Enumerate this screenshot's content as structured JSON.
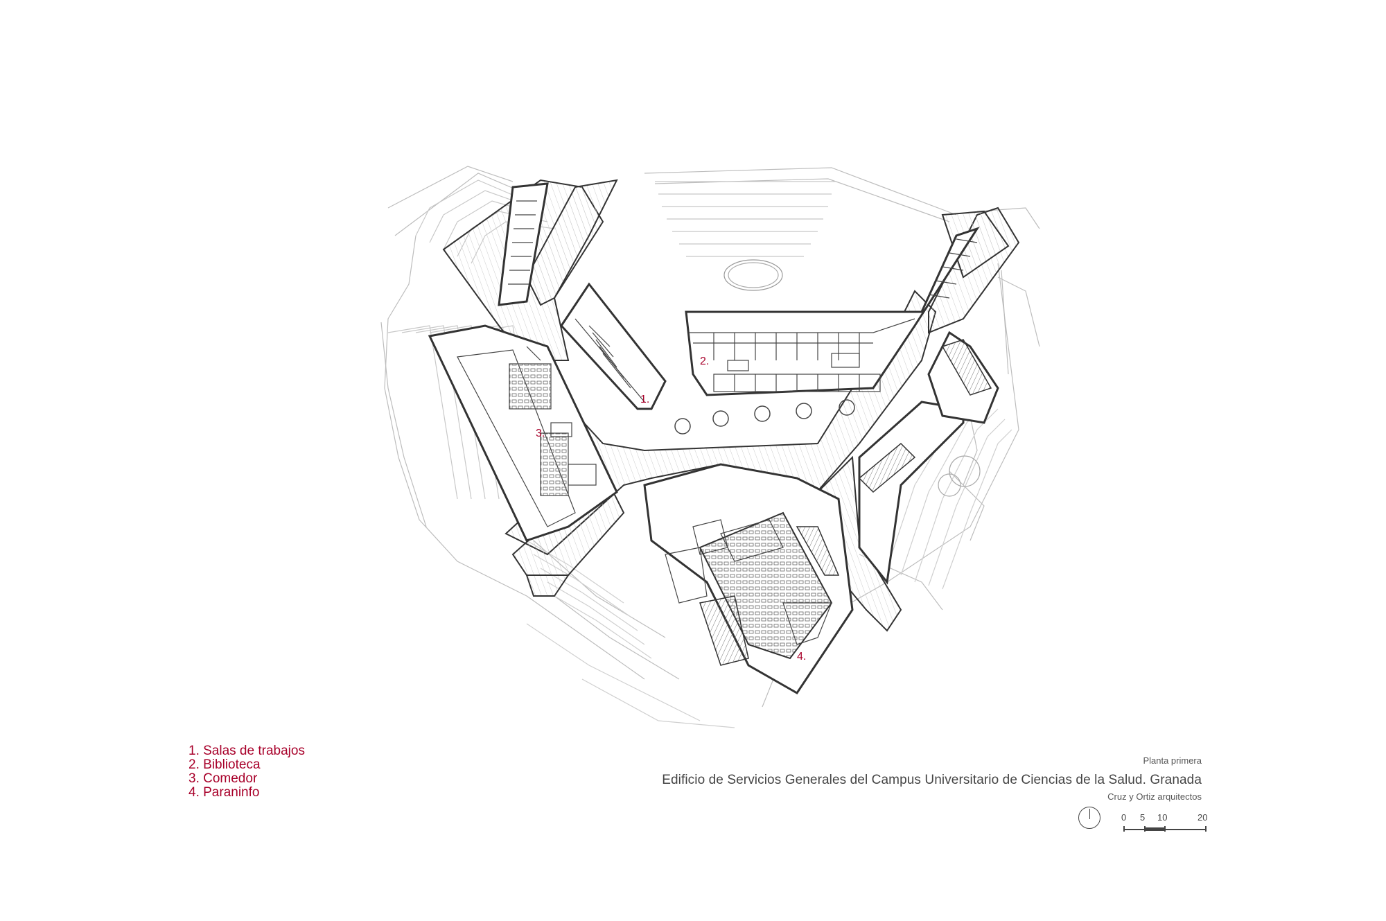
{
  "legend": {
    "items": [
      {
        "label": "1. Salas de trabajos"
      },
      {
        "label": "2. Biblioteca"
      },
      {
        "label": "3. Comedor"
      },
      {
        "label": "4. Paraninfo"
      }
    ]
  },
  "plan_labels": {
    "room_1": "1.",
    "room_2": "2.",
    "room_3": "3.",
    "room_4": "4."
  },
  "titleblock": {
    "subtitle": "Planta primera",
    "title": "Edificio de Servicios Generales del Campus Universitario de Ciencias de la Salud. Granada",
    "architect": "Cruz y Ortiz arquitectos"
  },
  "scale_bar": {
    "ticks": [
      "0",
      "5",
      "10",
      "20"
    ]
  },
  "colors": {
    "accent": "#a8002a",
    "line_dark": "#333333",
    "line_light": "#bbbbbb"
  }
}
